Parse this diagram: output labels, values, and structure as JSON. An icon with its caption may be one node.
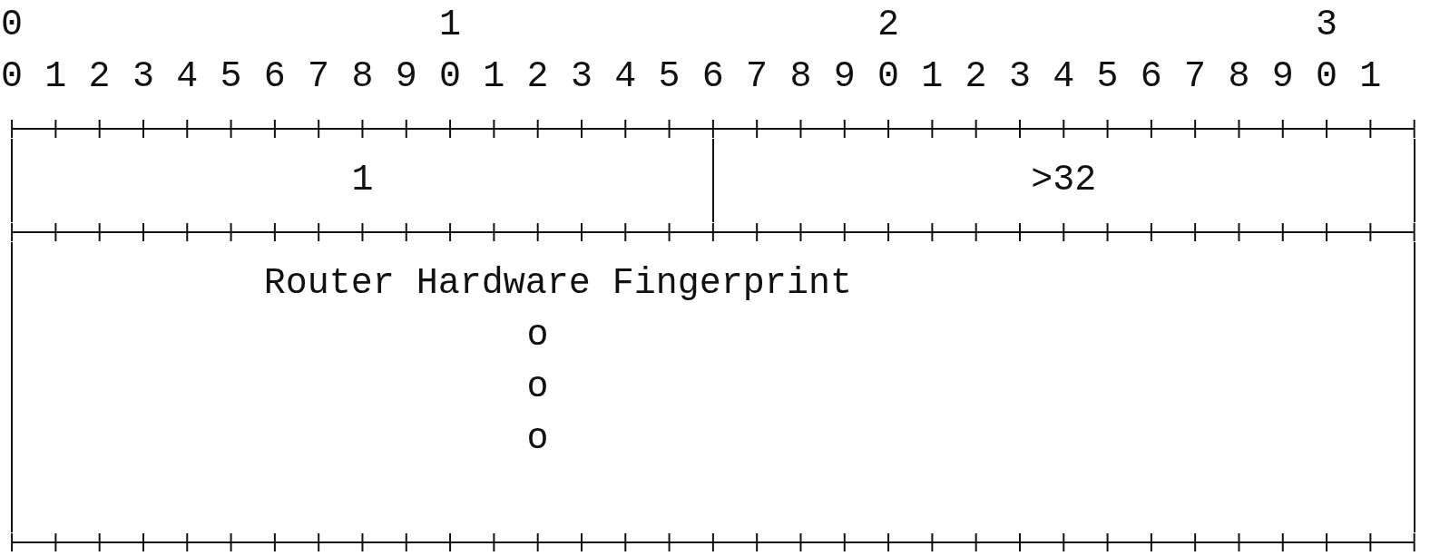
{
  "diagram": {
    "nodes": [
      {
        "text": [
          "1"
        ]
      },
      {
        "text": [
          ">32"
        ]
      },
      {
        "text": [
          "Router Hardware Fingerprint"
        ]
      }
    ],
    "edges": [],
    "labels": [
      "0",
      "1",
      "2",
      "3",
      "0",
      "1",
      "2",
      "3",
      "4",
      "5",
      "6",
      "7",
      "8",
      "9",
      "0",
      "1",
      "2",
      "3",
      "4",
      "5",
      "6",
      "7",
      "8",
      "9",
      "0",
      "1",
      "2",
      "3",
      "4",
      "5",
      "6",
      "7",
      "8",
      "9",
      "0",
      "1",
      "o",
      "o",
      "o"
    ]
  }
}
